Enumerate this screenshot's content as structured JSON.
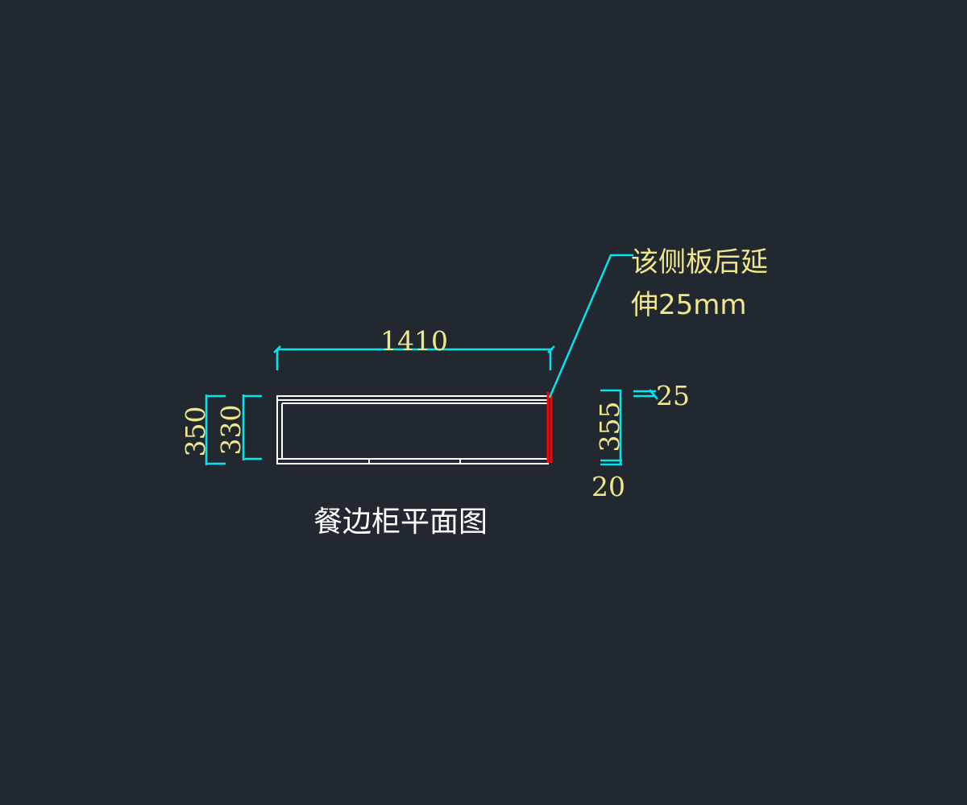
{
  "drawing": {
    "title": "餐边柜平面图",
    "note_line1": "该侧板后延",
    "note_line2": "伸25mm",
    "dimensions": {
      "width_overall": "1410",
      "depth_overall": "350",
      "depth_inner": "330",
      "side_panel_length": "355",
      "side_extension": "25",
      "side_thickness": "20"
    },
    "colors": {
      "background": "#212830",
      "dimension_line": "#00e5ee",
      "dimension_text": "#f0e68c",
      "outline": "#ffffff",
      "highlight_panel": "#ff0000"
    }
  }
}
